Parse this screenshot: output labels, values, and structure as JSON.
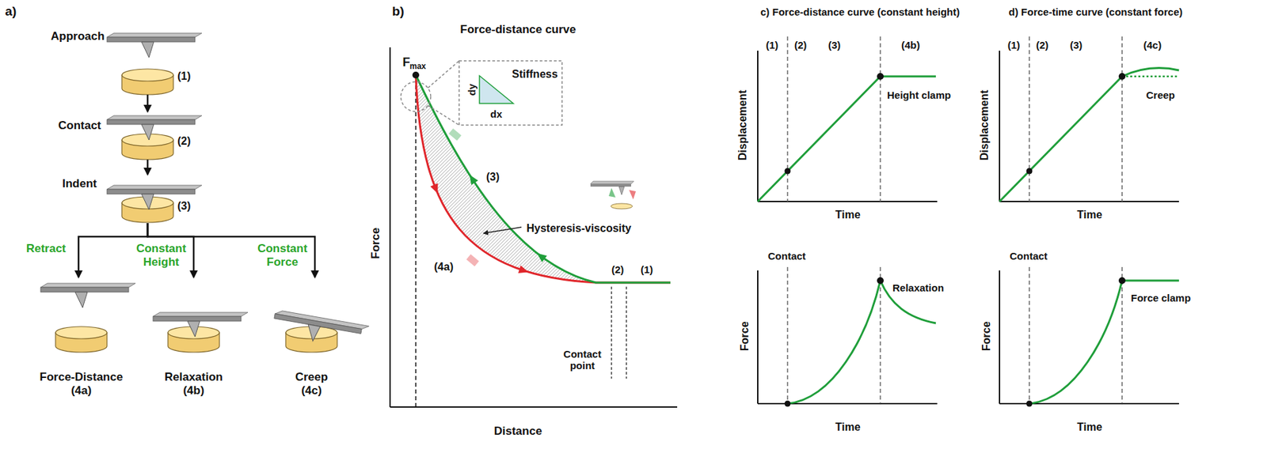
{
  "diagram": {
    "nodes": [
      {
        "text": [
          "Approach",
          "(1)"
        ]
      },
      {
        "text": [
          "Contact",
          "(2)"
        ]
      },
      {
        "text": [
          "Indent",
          "(3)"
        ]
      },
      {
        "text": [
          "Force-Distance (4a)"
        ]
      },
      {
        "text": [
          "Relaxation (4b)"
        ]
      },
      {
        "text": [
          "Creep (4c)"
        ]
      }
    ],
    "edges": [
      {
        "from": 0,
        "to": 1,
        "arrow": "to"
      },
      {
        "from": 1,
        "to": 2,
        "arrow": "to"
      },
      {
        "from": 2,
        "to": 3,
        "arrow": "to",
        "label": "Retract"
      },
      {
        "from": 2,
        "to": 4,
        "arrow": "to",
        "label": "Constant Height"
      },
      {
        "from": 2,
        "to": 5,
        "arrow": "to",
        "label": "Constant Force"
      }
    ],
    "labels": [
      "a)",
      "b)",
      "Force-distance curve",
      "F",
      "max",
      "Stiffness",
      "dy",
      "dx",
      "(3)",
      "Hysteresis-viscosity",
      "(4a)",
      "(2)",
      "(1)",
      "Contact point",
      "Force",
      "Distance",
      "c) Force-distance curve (constant height)",
      "(1)",
      "(2)",
      "(3)",
      "(4b)",
      "Displacement",
      "Time",
      "Height clamp",
      "Contact",
      "Relaxation",
      "Force",
      "Time",
      "d) Force-time curve (constant force)",
      "(1)",
      "(2)",
      "(3)",
      "(4c)",
      "Displacement",
      "Time",
      "Creep",
      "Contact",
      "Force clamp",
      "Force",
      "Time"
    ]
  }
}
